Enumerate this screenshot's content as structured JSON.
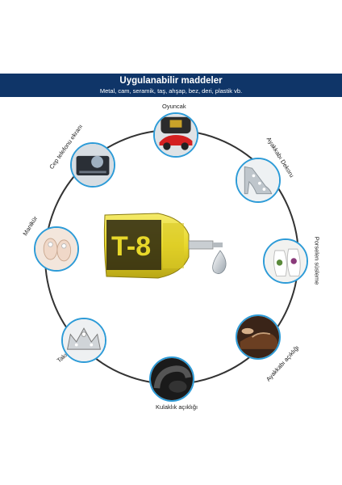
{
  "header": {
    "title": "Uygulanabilir maddeler",
    "subtitle": "Metal, cam, seramik, taş, ahşap, bez, deri, plastik vb."
  },
  "center": {
    "tube_text": "T-8"
  },
  "items": [
    {
      "label": "Oyuncak",
      "icon": "toy-car-icon"
    },
    {
      "label": "Ayakkabı Dekoru",
      "icon": "decorated-heel-icon"
    },
    {
      "label": "Porselen süsleme",
      "icon": "porcelain-vase-icon"
    },
    {
      "label": "Ayakkabı açıklığı",
      "icon": "leather-shoe-icon"
    },
    {
      "label": "Kulaklık açıklığı",
      "icon": "earphone-icon"
    },
    {
      "label": "Takı",
      "icon": "tiara-icon"
    },
    {
      "label": "Manikür",
      "icon": "nail-rhinestone-icon"
    },
    {
      "label": "Cep telefonu ekranı",
      "icon": "phone-screen-icon"
    }
  ],
  "colors": {
    "banner": "#0f3568",
    "ring": "#333333",
    "node_border": "#2d9bd7",
    "tube": "#e8d82a"
  }
}
